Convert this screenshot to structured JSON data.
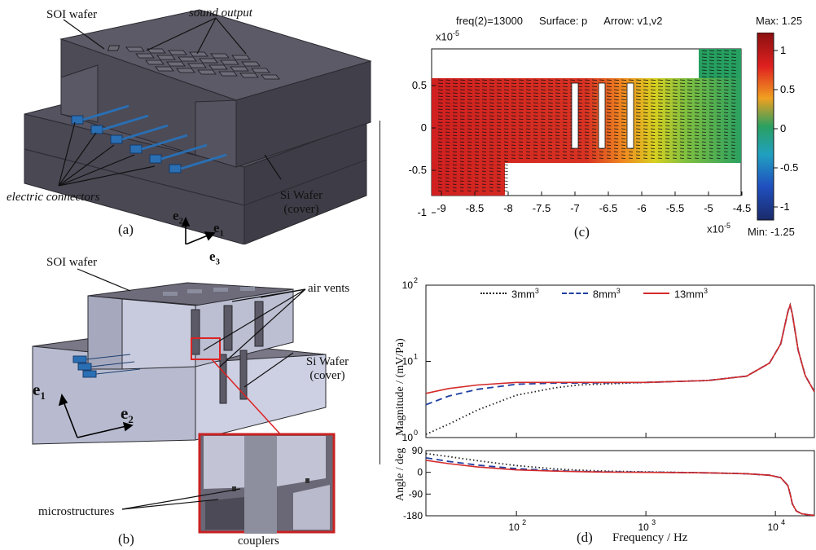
{
  "panel_a": {
    "caption": "(a)",
    "labels": {
      "soi_wafer": "SOI wafer",
      "sound_output": "sound output",
      "electric_connectors": "electric connectors",
      "si_wafer_line1": "Si Wafer",
      "si_wafer_line2": "(cover)"
    },
    "axes": {
      "e1": "e",
      "e1_sub": "1",
      "e2": "e",
      "e2_sub": "2",
      "e3": "e",
      "e3_sub": "3"
    }
  },
  "panel_b": {
    "caption": "(b)",
    "labels": {
      "soi_wafer": "SOI wafer",
      "air_vents": "air vents",
      "si_wafer_line1": "Si Wafer",
      "si_wafer_line2": "(cover)",
      "microstructures": "microstructures",
      "couplers": "couplers"
    },
    "axes": {
      "e1": "e",
      "e1_sub": "1",
      "e2": "e",
      "e2_sub": "2"
    }
  },
  "panel_c": {
    "caption": "(c)",
    "header_freq": "freq(2)=13000",
    "header_surface": "Surface: p",
    "header_arrow": "Arrow: v1,v2",
    "max_label": "Max: 1.25",
    "min_label": "Min: -1.25",
    "colorbar_ticks": [
      "1",
      "0.5",
      "0",
      "-0.5",
      "-1"
    ],
    "y_exponent": "x10",
    "y_exponent_power": "-5",
    "x_exponent": "x10",
    "x_exponent_power": "-5",
    "y_ticks": [
      "0.5",
      "0",
      "-0.5",
      "-1"
    ],
    "x_ticks": [
      "-9",
      "-8.5",
      "-8",
      "-7.5",
      "-7",
      "-6.5",
      "-6",
      "-5.5",
      "-5",
      "-4.5"
    ],
    "colors": {
      "high": "#c81e1e",
      "mid": "#23a35a",
      "low": "#1f3f9e"
    }
  },
  "chart_data": [
    {
      "type": "line",
      "panel": "(d) upper",
      "xlabel": "",
      "ylabel": "Magnitude / (mV/Pa)",
      "xscale": "log",
      "yscale": "log",
      "xlim": [
        20,
        20000
      ],
      "ylim": [
        1,
        100
      ],
      "y_ticks": [
        "10",
        "10",
        "10"
      ],
      "y_ticks_exp": [
        "0",
        "1",
        "2"
      ],
      "series": [
        {
          "name": "3mm",
          "name_sup": "3",
          "style": "dotted",
          "color": "#222222",
          "x": [
            20,
            30,
            50,
            100,
            200,
            300,
            1000,
            3000,
            6000,
            9000,
            11000,
            12500,
            13000,
            13500,
            15000,
            17000,
            20000
          ],
          "y": [
            1.1,
            1.5,
            2.3,
            3.6,
            4.5,
            4.9,
            5.3,
            5.6,
            6.4,
            9.5,
            17,
            45,
            55,
            42,
            14,
            6.5,
            4.0
          ]
        },
        {
          "name": "8mm",
          "name_sup": "3",
          "style": "dashed",
          "color": "#1f3fa0",
          "x": [
            20,
            30,
            50,
            100,
            200,
            300,
            1000,
            3000,
            6000,
            9000,
            11000,
            12500,
            13000,
            13500,
            15000,
            17000,
            20000
          ],
          "y": [
            2.7,
            3.5,
            4.3,
            5.0,
            5.2,
            5.2,
            5.3,
            5.6,
            6.4,
            9.5,
            17,
            45,
            55,
            42,
            14,
            6.5,
            4.0
          ]
        },
        {
          "name": "13mm",
          "name_sup": "3",
          "style": "solid",
          "color": "#d42a2a",
          "x": [
            20,
            30,
            50,
            100,
            200,
            300,
            1000,
            3000,
            6000,
            9000,
            11000,
            12500,
            13000,
            13500,
            15000,
            17000,
            20000
          ],
          "y": [
            3.8,
            4.4,
            4.9,
            5.3,
            5.3,
            5.3,
            5.3,
            5.6,
            6.4,
            9.5,
            17,
            45,
            55,
            42,
            14,
            6.5,
            4.0
          ]
        }
      ]
    },
    {
      "type": "line",
      "panel": "(d) lower",
      "xlabel": "Frequency / Hz",
      "ylabel": "Angle / deg",
      "xscale": "log",
      "xlim": [
        20,
        20000
      ],
      "ylim": [
        -180,
        90
      ],
      "y_ticks": [
        "90",
        "0",
        "-90",
        "-180"
      ],
      "x_ticks": [
        "10",
        "10",
        "10"
      ],
      "x_ticks_exp": [
        "2",
        "3",
        "4"
      ],
      "series": [
        {
          "name": "3mm",
          "style": "dotted",
          "color": "#222222",
          "x": [
            20,
            30,
            50,
            100,
            200,
            300,
            500,
            1000,
            3000,
            6000,
            9000,
            11000,
            12500,
            13000,
            13500,
            14500,
            16000,
            18000,
            20000
          ],
          "y": [
            78,
            65,
            48,
            28,
            14,
            9,
            5,
            2,
            -2,
            -6,
            -12,
            -22,
            -55,
            -90,
            -130,
            -160,
            -172,
            -176,
            -178
          ]
        },
        {
          "name": "8mm",
          "style": "dashed",
          "color": "#1f3fa0",
          "x": [
            20,
            30,
            50,
            100,
            200,
            300,
            500,
            1000,
            3000,
            6000,
            9000,
            11000,
            12500,
            13000,
            13500,
            14500,
            16000,
            18000,
            20000
          ],
          "y": [
            60,
            45,
            30,
            15,
            7,
            4,
            2,
            1,
            -2,
            -6,
            -12,
            -22,
            -55,
            -90,
            -130,
            -160,
            -172,
            -176,
            -178
          ]
        },
        {
          "name": "13mm",
          "style": "solid",
          "color": "#d42a2a",
          "x": [
            20,
            30,
            50,
            100,
            200,
            300,
            500,
            1000,
            3000,
            6000,
            9000,
            11000,
            12500,
            13000,
            13500,
            14500,
            16000,
            18000,
            20000
          ],
          "y": [
            50,
            36,
            22,
            10,
            5,
            3,
            1,
            0,
            -2,
            -6,
            -12,
            -22,
            -55,
            -90,
            -130,
            -160,
            -172,
            -176,
            -178
          ]
        }
      ]
    }
  ],
  "panel_d": {
    "caption": "(d)"
  }
}
